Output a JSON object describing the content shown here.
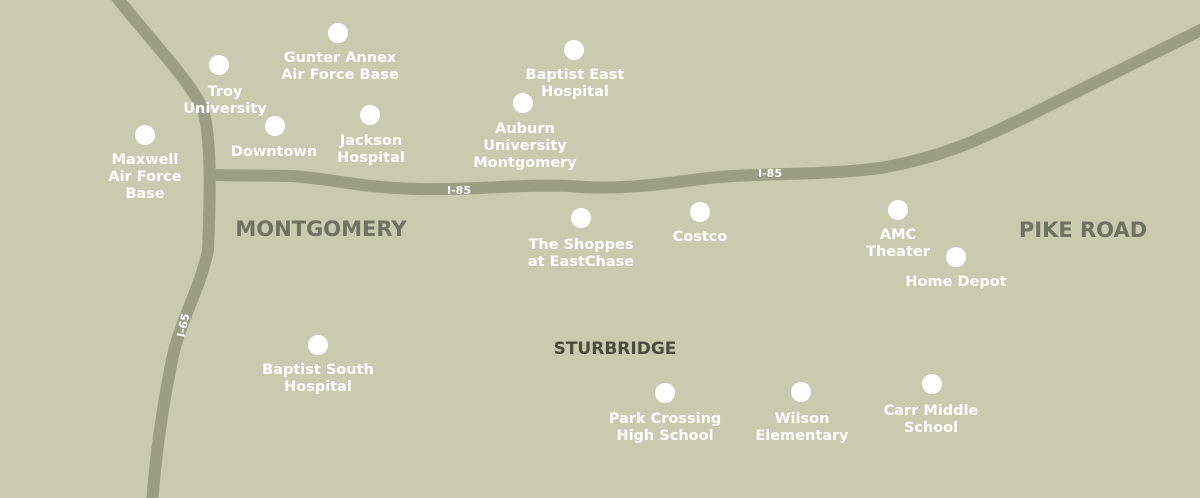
{
  "map": {
    "colors": {
      "background": "#c8cbb0",
      "road": "#9a9e85",
      "area_label": "#6e7260",
      "neighborhood_label": "#4a4d3b",
      "marker": "#ffffff"
    },
    "areas": [
      {
        "name": "MONTGOMERY"
      },
      {
        "name": "PIKE ROAD"
      },
      {
        "name": "STURBRIDGE"
      }
    ],
    "roads": [
      {
        "name": "I-65",
        "labels": [
          "I-65"
        ]
      },
      {
        "name": "I-85",
        "labels": [
          "I-85",
          "I-85"
        ]
      }
    ],
    "places": [
      {
        "lines": [
          "Gunter Annex",
          "Air Force Base"
        ]
      },
      {
        "lines": [
          "Troy",
          "University"
        ]
      },
      {
        "lines": [
          "Maxwell",
          "Air Force",
          "Base"
        ]
      },
      {
        "lines": [
          "Downtown"
        ]
      },
      {
        "lines": [
          "Jackson",
          "Hospital"
        ]
      },
      {
        "lines": [
          "Baptist East",
          "Hospital"
        ]
      },
      {
        "lines": [
          "Auburn",
          "University",
          "Montgomery"
        ]
      },
      {
        "lines": [
          "The Shoppes",
          "at EastChase"
        ]
      },
      {
        "lines": [
          "Costco"
        ]
      },
      {
        "lines": [
          "AMC",
          "Theater"
        ]
      },
      {
        "lines": [
          "Home Depot"
        ]
      },
      {
        "lines": [
          "Baptist South",
          "Hospital"
        ]
      },
      {
        "lines": [
          "Park Crossing",
          "High School"
        ]
      },
      {
        "lines": [
          "Wilson",
          "Elementary"
        ]
      },
      {
        "lines": [
          "Carr Middle",
          "School"
        ]
      }
    ]
  }
}
